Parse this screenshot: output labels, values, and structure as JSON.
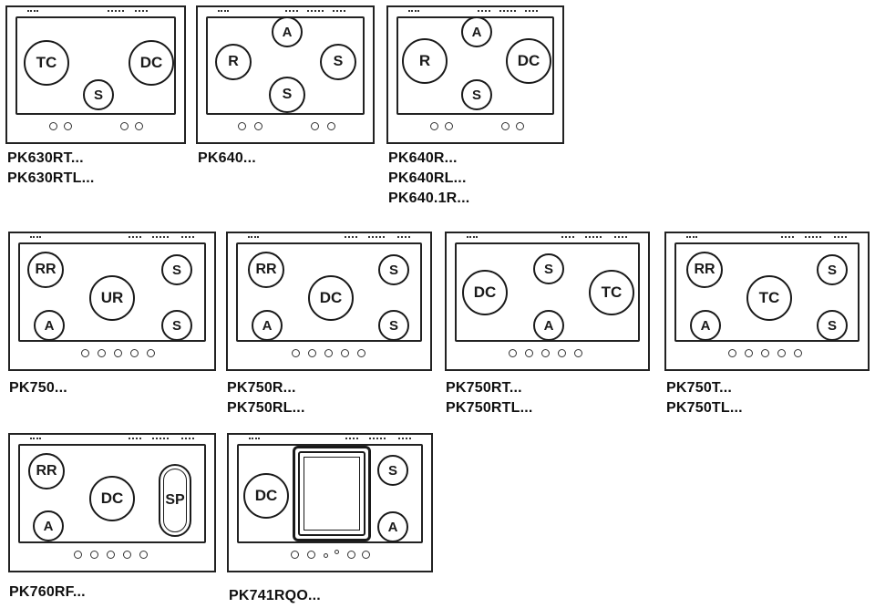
{
  "diagrams": [
    {
      "id": "pk630",
      "burners": [
        "TC",
        "DC",
        "S"
      ],
      "models": [
        "PK630RT...",
        "PK630RTL..."
      ]
    },
    {
      "id": "pk640",
      "burners": [
        "A",
        "R",
        "S",
        "S"
      ],
      "models": [
        "PK640..."
      ]
    },
    {
      "id": "pk640r",
      "burners": [
        "A",
        "R",
        "DC",
        "S"
      ],
      "models": [
        "PK640R...",
        "PK640RL...",
        "PK640.1R..."
      ]
    },
    {
      "id": "pk750",
      "burners": [
        "RR",
        "UR",
        "S",
        "A",
        "S"
      ],
      "models": [
        "PK750..."
      ]
    },
    {
      "id": "pk750r",
      "burners": [
        "RR",
        "DC",
        "S",
        "A",
        "S"
      ],
      "models": [
        "PK750R...",
        "PK750RL..."
      ]
    },
    {
      "id": "pk750rt",
      "burners": [
        "DC",
        "S",
        "TC",
        "A"
      ],
      "models": [
        "PK750RT...",
        "PK750RTL..."
      ]
    },
    {
      "id": "pk750t",
      "burners": [
        "RR",
        "TC",
        "S",
        "A",
        "S"
      ],
      "models": [
        "PK750T...",
        "PK750TL..."
      ]
    },
    {
      "id": "pk760rf",
      "burners": [
        "RR",
        "DC",
        "SP",
        "A"
      ],
      "models": [
        "PK760RF..."
      ]
    },
    {
      "id": "pk741rqo",
      "burners": [
        "DC",
        "S",
        "A"
      ],
      "models": [
        "PK741RQO..."
      ]
    }
  ]
}
